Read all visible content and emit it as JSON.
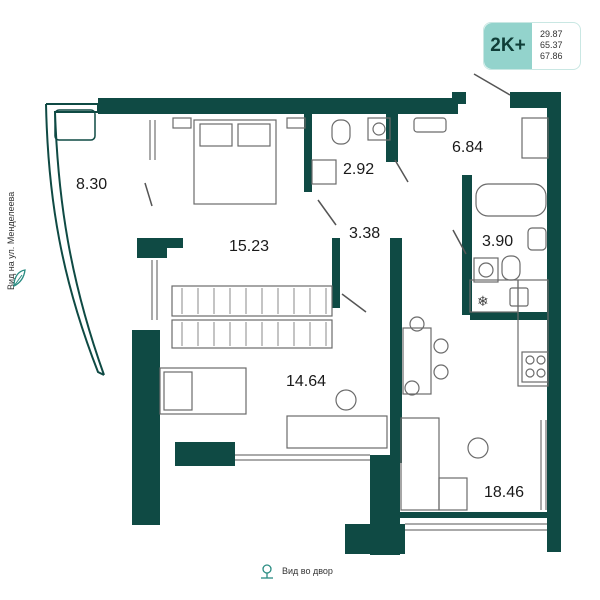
{
  "badge": {
    "type": "2K+",
    "areas": [
      "29.87",
      "65.37",
      "67.86"
    ],
    "color": "#93d3cc"
  },
  "rooms": {
    "loggia": "8.30",
    "bedroom": "15.23",
    "bathroom_small": "2.92",
    "hall": "6.84",
    "corridor": "3.38",
    "bathroom": "3.90",
    "room": "14.64",
    "kitchen_living": "18.46"
  },
  "views": {
    "left": "Вид на ул. Менделеева",
    "bottom": "Вид во двор"
  },
  "colors": {
    "wall": "#0f4a44",
    "furniture_stroke": "#6b6b6b",
    "accent": "#93d3cc"
  },
  "icons": [
    "leaf-icon",
    "tree-icon",
    "snowflake-icon"
  ]
}
